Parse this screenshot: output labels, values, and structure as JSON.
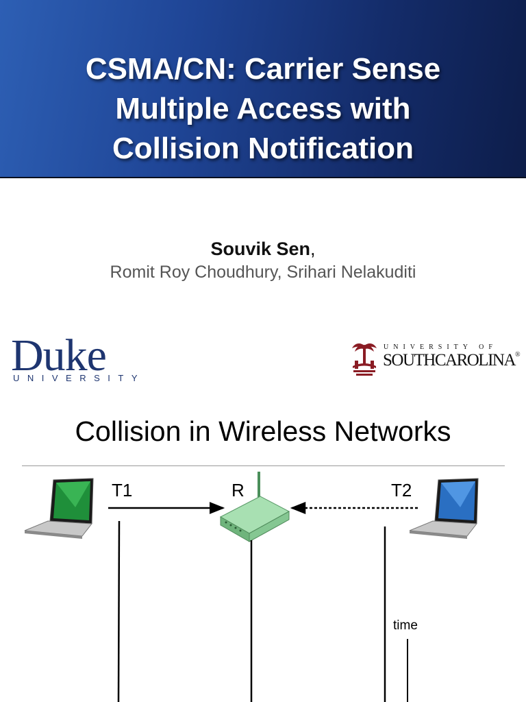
{
  "slide1": {
    "title_lines": [
      "CSMA/CN: Carrier Sense",
      "Multiple Access with",
      "Collision Notification"
    ],
    "lead_author": "Souvik Sen",
    "lead_author_suffix": ",",
    "coauthors": "Romit Roy Choudhury, Srihari Nelakuditi",
    "duke_logo": {
      "word": "Duke",
      "sub": "UNIVERSITY"
    },
    "usc_logo": {
      "top": "UNIVERSITY OF",
      "bottom": "SOUTHCAROLINA",
      "mark": "®"
    }
  },
  "slide2": {
    "title": "Collision in Wireless Networks",
    "nodes": {
      "t1": "T1",
      "r": "R",
      "t2": "T2"
    },
    "time_label": "time",
    "icons": [
      "laptop-left-icon",
      "router-icon",
      "laptop-right-icon"
    ],
    "colors": {
      "banner": "#1f4596",
      "screen_left": "#1f8f3a",
      "screen_right": "#2a6fc2",
      "router": "#8fcf9a"
    }
  }
}
